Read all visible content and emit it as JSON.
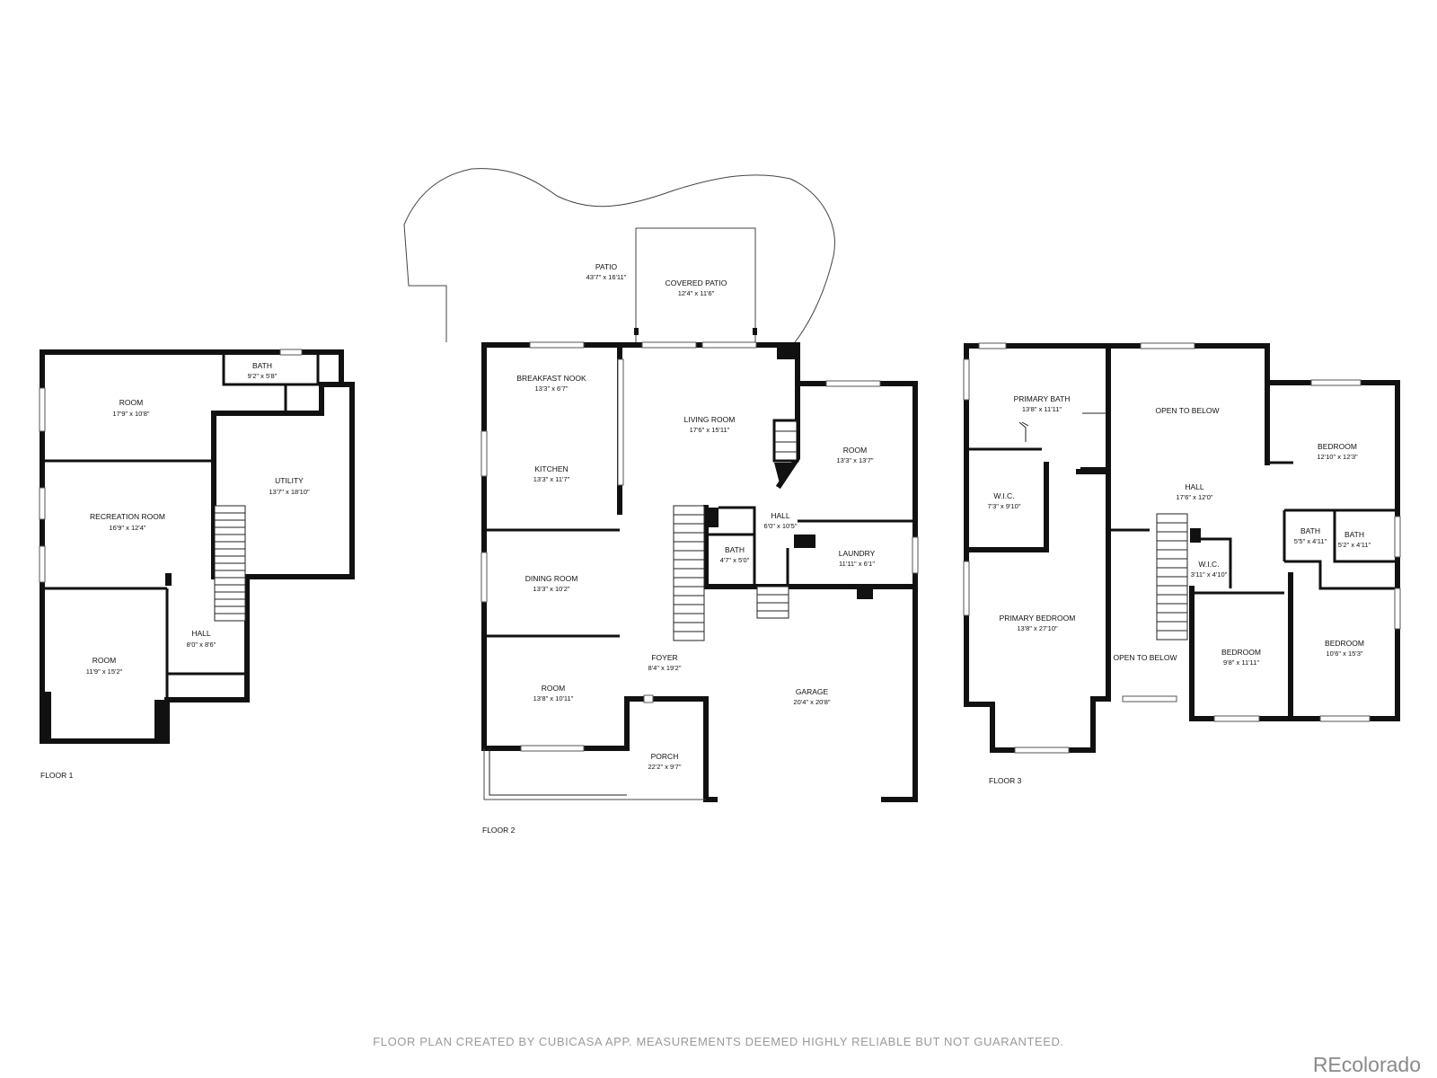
{
  "floors": [
    {
      "label": "FLOOR 1",
      "rooms": [
        {
          "name": "ROOM",
          "dims": "17'9\" x 10'8\""
        },
        {
          "name": "BATH",
          "dims": "9'2\" x 5'8\""
        },
        {
          "name": "UTILITY",
          "dims": "13'7\" x 18'10\""
        },
        {
          "name": "RECREATION ROOM",
          "dims": "16'9\" x 12'4\""
        },
        {
          "name": "HALL",
          "dims": "8'0\" x 8'6\""
        },
        {
          "name": "ROOM",
          "dims": "11'9\" x 15'2\""
        }
      ]
    },
    {
      "label": "FLOOR 2",
      "rooms": [
        {
          "name": "PATIO",
          "dims": "43'7\" x 16'11\""
        },
        {
          "name": "COVERED PATIO",
          "dims": "12'4\" x 11'6\""
        },
        {
          "name": "BREAKFAST NOOK",
          "dims": "13'3\" x 6'7\""
        },
        {
          "name": "KITCHEN",
          "dims": "13'3\" x 11'7\""
        },
        {
          "name": "LIVING ROOM",
          "dims": "17'6\" x 15'11\""
        },
        {
          "name": "ROOM",
          "dims": "13'3\" x 13'7\""
        },
        {
          "name": "HALL",
          "dims": "6'0\" x 10'5\""
        },
        {
          "name": "BATH",
          "dims": "4'7\" x 5'0\""
        },
        {
          "name": "LAUNDRY",
          "dims": "11'11\" x 6'1\""
        },
        {
          "name": "DINING ROOM",
          "dims": "13'3\" x 10'2\""
        },
        {
          "name": "FOYER",
          "dims": "8'4\" x 19'2\""
        },
        {
          "name": "ROOM",
          "dims": "13'8\" x 10'11\""
        },
        {
          "name": "GARAGE",
          "dims": "20'4\" x 20'8\""
        },
        {
          "name": "PORCH",
          "dims": "22'2\" x 9'7\""
        }
      ]
    },
    {
      "label": "FLOOR 3",
      "rooms": [
        {
          "name": "PRIMARY BATH",
          "dims": "13'8\" x 11'11\""
        },
        {
          "name": "OPEN TO BELOW",
          "dims": ""
        },
        {
          "name": "BEDROOM",
          "dims": "12'10\" x 12'3\""
        },
        {
          "name": "W.I.C.",
          "dims": "7'3\" x 9'10\""
        },
        {
          "name": "HALL",
          "dims": "17'6\" x 12'0\""
        },
        {
          "name": "BATH",
          "dims": "5'5\" x 4'11\""
        },
        {
          "name": "BATH",
          "dims": "5'2\" x 4'11\""
        },
        {
          "name": "W.I.C.",
          "dims": "3'11\" x 4'10\""
        },
        {
          "name": "PRIMARY BEDROOM",
          "dims": "13'8\" x 27'10\""
        },
        {
          "name": "OPEN TO BELOW",
          "dims": ""
        },
        {
          "name": "BEDROOM",
          "dims": "9'8\" x 11'11\""
        },
        {
          "name": "BEDROOM",
          "dims": "10'6\" x 15'3\""
        }
      ]
    }
  ],
  "footer": "FLOOR PLAN CREATED BY CUBICASA APP. MEASUREMENTS DEEMED HIGHLY RELIABLE BUT NOT GUARANTEED.",
  "brand": "REcolorado"
}
